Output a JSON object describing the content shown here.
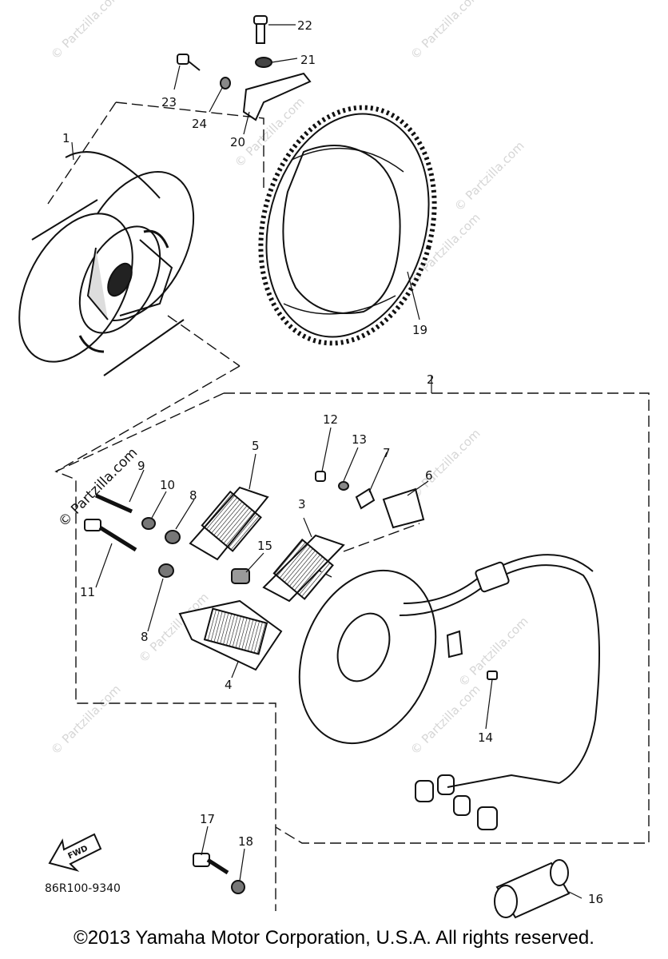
{
  "watermark_main": "© Partzilla.com",
  "watermarks": [
    "© Partzilla.com",
    "© Partzilla.com",
    "© Partzilla.com",
    "© Partzilla.com",
    "© Partzilla.com",
    "© Partzilla.com",
    "© Partzilla.com",
    "© Partzilla.com",
    "© Partzilla.com",
    "© Partzilla.com",
    "© Partzilla.com"
  ],
  "callouts": [
    "1",
    "2",
    "3",
    "4",
    "5",
    "6",
    "7",
    "8",
    "8",
    "9",
    "10",
    "11",
    "12",
    "13",
    "14",
    "15",
    "16",
    "17",
    "18",
    "19",
    "20",
    "21",
    "22",
    "23",
    "24"
  ],
  "fwd_label": "FWD",
  "diagram_code": "86R100-9340",
  "copyright": "©2013 Yamaha Motor Corporation, U.S.A. All rights reserved."
}
